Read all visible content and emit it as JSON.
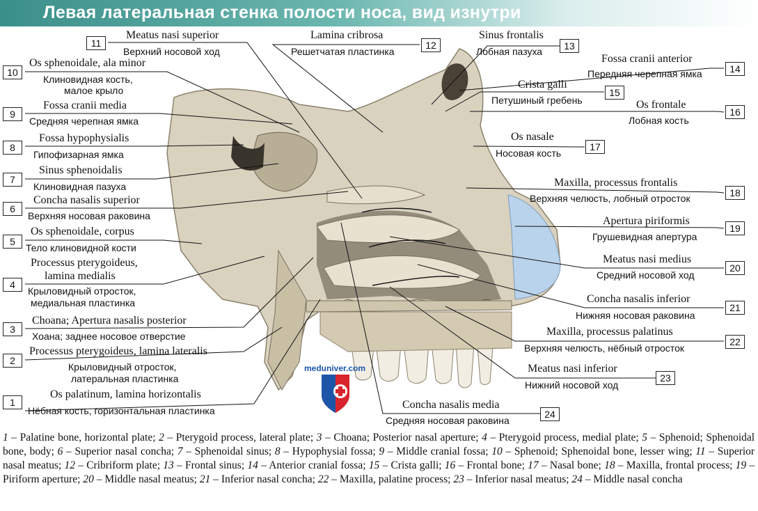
{
  "title": "Левая латеральная стенка полости носа, вид изнутри",
  "watermark": "meduniver.com",
  "labels": [
    {
      "num": "1",
      "latin": "Os palatinum, lamina horizontalis",
      "russian": "Нёбная кость, горизонтальная пластинка"
    },
    {
      "num": "2",
      "latin": "Processus pterygoideus, lamina lateralis",
      "russian1": "Крыловидный отросток,",
      "russian2": "латеральная пластинка"
    },
    {
      "num": "3",
      "latin": "Choana; Apertura nasalis posterior",
      "russian": "Хоана; заднее носовое отверстие"
    },
    {
      "num": "4",
      "latin1": "Processus pterygoideus,",
      "latin2": "lamina medialis",
      "russian1": "Крыловидный отросток,",
      "russian2": "медиальная пластинка"
    },
    {
      "num": "5",
      "latin": "Os sphenoidale, corpus",
      "russian": "Тело клиновидной кости"
    },
    {
      "num": "6",
      "latin": "Concha nasalis superior",
      "russian": "Верхняя носовая раковина"
    },
    {
      "num": "7",
      "latin": "Sinus sphenoidalis",
      "russian": "Клиновидная пазуха"
    },
    {
      "num": "8",
      "latin": "Fossa hypophysialis",
      "russian": "Гипофизарная ямка"
    },
    {
      "num": "9",
      "latin": "Fossa cranii media",
      "russian": "Средняя черепная ямка"
    },
    {
      "num": "10",
      "latin": "Os sphenoidale, ala minor",
      "russian1": "Клиновидная кость,",
      "russian2": "малое крыло"
    },
    {
      "num": "11",
      "latin": "Meatus nasi superior",
      "russian": "Верхний носовой ход"
    },
    {
      "num": "12",
      "latin": "Lamina cribrosa",
      "russian": "Решетчатая пластинка"
    },
    {
      "num": "13",
      "latin": "Sinus frontalis",
      "russian": "Лобная пазуха"
    },
    {
      "num": "14",
      "latin": "Fossa cranii anterior",
      "russian": "Передняя черепная ямка"
    },
    {
      "num": "15",
      "latin": "Crista galli",
      "russian": "Петушиный гребень"
    },
    {
      "num": "16",
      "latin": "Os frontale",
      "russian": "Лобная кость"
    },
    {
      "num": "17",
      "latin": "Os nasale",
      "russian": "Носовая кость"
    },
    {
      "num": "18",
      "latin": "Maxilla, processus frontalis",
      "russian": "Верхняя челюсть, лобный отросток"
    },
    {
      "num": "19",
      "latin": "Apertura piriformis",
      "russian": "Грушевидная апертура"
    },
    {
      "num": "20",
      "latin": "Meatus nasi medius",
      "russian": "Средний носовой ход"
    },
    {
      "num": "21",
      "latin": "Concha nasalis inferior",
      "russian": "Нижняя носовая раковина"
    },
    {
      "num": "22",
      "latin": "Maxilla, processus palatinus",
      "russian": "Верхняя челюсть, нёбный отросток"
    },
    {
      "num": "23",
      "latin": "Meatus nasi inferior",
      "russian": "Нижний носовой ход"
    },
    {
      "num": "24",
      "latin": "Concha nasalis media",
      "russian": "Средняя носовая раковина"
    }
  ],
  "caption": [
    {
      "n": "1",
      "t": "Palatine bone, horizontal plate;"
    },
    {
      "n": "2",
      "t": "Pterygoid process, lateral plate;"
    },
    {
      "n": "3",
      "t": "Choana; Posterior nasal aperture;"
    },
    {
      "n": "4",
      "t": "Pterygoid process, medial plate;"
    },
    {
      "n": "5",
      "t": "Sphenoid; Sphenoidal bone, body;"
    },
    {
      "n": "6",
      "t": "Superior nasal concha;"
    },
    {
      "n": "7",
      "t": "Sphenoidal sinus;"
    },
    {
      "n": "8",
      "t": "Hypophysial fossa;"
    },
    {
      "n": "9",
      "t": "Middle cranial fossa;"
    },
    {
      "n": "10",
      "t": "Sphenoid; Sphenoidal bone, lesser wing;"
    },
    {
      "n": "11",
      "t": "Superior nasal meatus;"
    },
    {
      "n": "12",
      "t": "Cribriform plate;"
    },
    {
      "n": "13",
      "t": "Frontal sinus;"
    },
    {
      "n": "14",
      "t": "Anterior cranial fossa;"
    },
    {
      "n": "15",
      "t": "Crista galli;"
    },
    {
      "n": "16",
      "t": "Frontal bone;"
    },
    {
      "n": "17",
      "t": "Nasal bone;"
    },
    {
      "n": "18",
      "t": "Maxilla, frontal process;"
    },
    {
      "n": "19",
      "t": "Piriform aperture;"
    },
    {
      "n": "20",
      "t": "Middle nasal meatus;"
    },
    {
      "n": "21",
      "t": "Inferior nasal concha;"
    },
    {
      "n": "22",
      "t": "Maxilla, palatine process;"
    },
    {
      "n": "23",
      "t": "Inferior nasal meatus;"
    },
    {
      "n": "24",
      "t": "Middle nasal concha"
    }
  ],
  "colors": {
    "bone": "#d9d2bf",
    "bone_dark": "#8c826c",
    "cavity": "#3a352c",
    "cartilage": "#b9d3ec",
    "banner": "#3b8f8a"
  }
}
